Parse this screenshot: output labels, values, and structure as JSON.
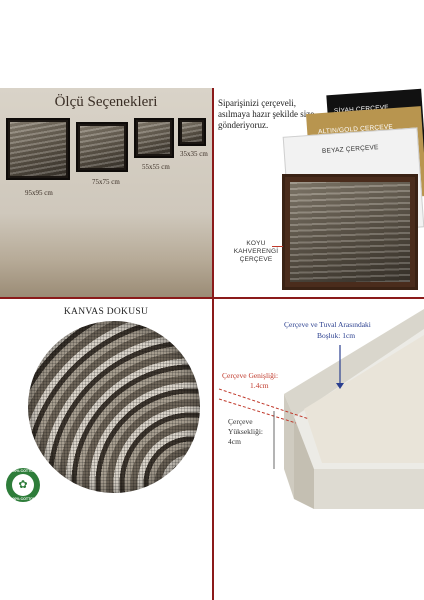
{
  "sizes_panel": {
    "title": "Ölçü Seçenekleri",
    "sizes": [
      "95x95 cm",
      "75x75 cm",
      "55x55 cm",
      "35x35 cm"
    ]
  },
  "frames_panel": {
    "description": "Siparişinizi çerçeveli, asılmaya hazır şekilde size gönderiyoruz.",
    "frame_black": "SİYAH ÇERÇEVE",
    "frame_gold": "ALTIN/GOLD ÇERÇEVE",
    "frame_white": "BEYAZ ÇERÇEVE",
    "frame_brown_line1": "KOYU",
    "frame_brown_line2": "KAHVERENGİ",
    "frame_brown_line3": "ÇERÇEVE"
  },
  "canvas_panel": {
    "title": "KANVAS DOKUSU",
    "badge_top": "100% COTTON",
    "badge_bottom": "100% COTTON"
  },
  "dimensions_panel": {
    "gap_line1": "Çerçeve ve Tuval Arasındaki",
    "gap_line2": "Boşluk: 1cm",
    "width_line1": "Çerçeve Genişliği:",
    "width_line2": "1.4cm",
    "height_line1": "Çerçeve",
    "height_line2": "Yüksekliği:",
    "height_line3": "4cm"
  },
  "colors": {
    "divider": "#8b1a1a",
    "gap_note": "#2a3f8f",
    "width_note": "#c0392b"
  }
}
